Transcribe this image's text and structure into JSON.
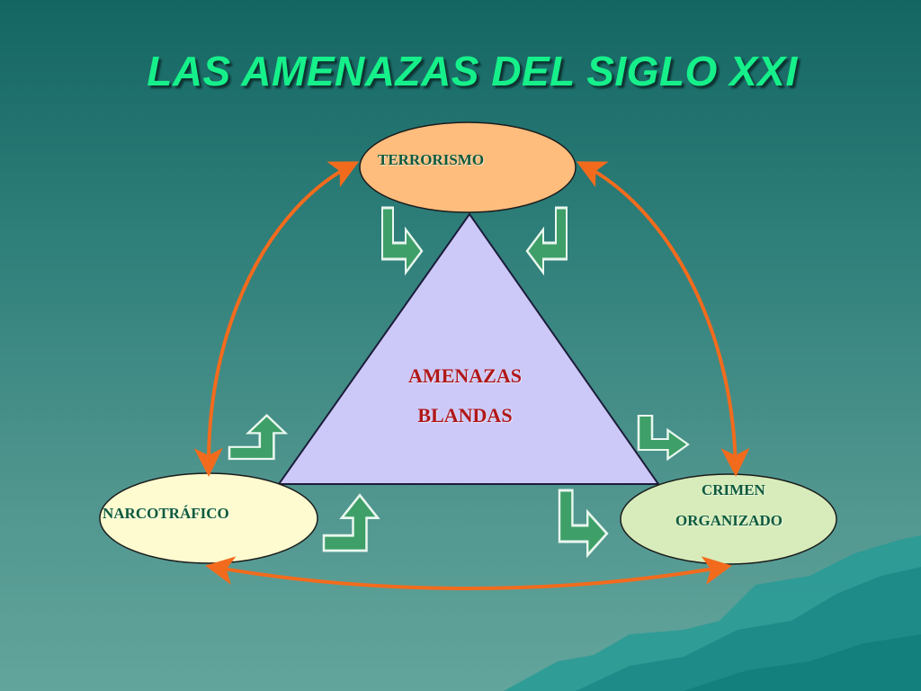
{
  "title": "LAS AMENAZAS DEL SIGLO XXI",
  "center": {
    "line1": "AMENAZAS",
    "line2": "BLANDAS",
    "fill": "#ccc9f8"
  },
  "nodes": [
    {
      "id": "terrorismo",
      "label": "TERRORISMO",
      "fill": "#ffbd7d"
    },
    {
      "id": "narcotrafico",
      "label": "NARCOTRÁFICO",
      "fill": "#fdfbcf"
    },
    {
      "id": "crimen-organizado",
      "label_line1": "CRIMEN",
      "label_line2": "ORGANIZADO",
      "fill": "#d7ecba"
    }
  ],
  "connector_color": "#f26b1d",
  "bent_arrow_color": "#3f9f68",
  "bent_arrow_icon": "bent-arrow-icon",
  "connector_icon": "double-headed-curved-arrow"
}
